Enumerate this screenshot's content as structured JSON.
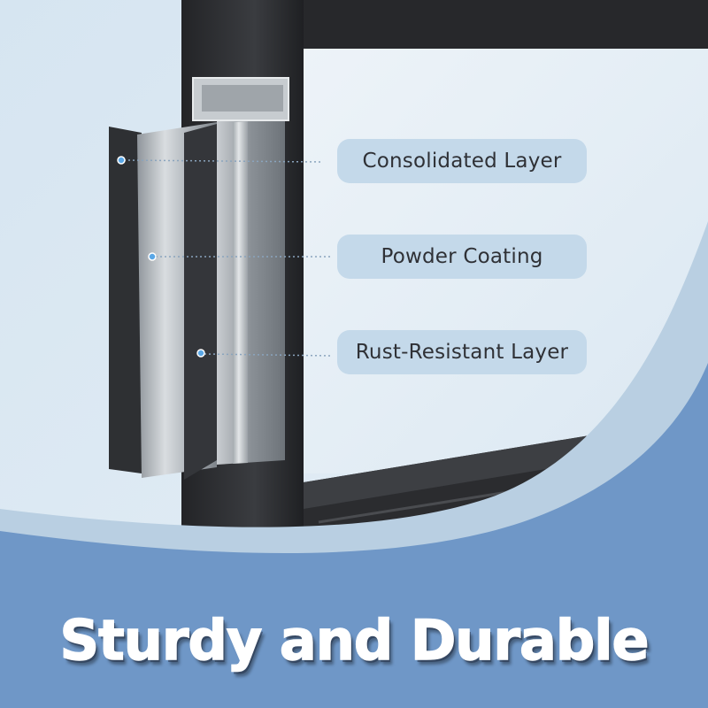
{
  "callouts": [
    {
      "label": "Consolidated Layer"
    },
    {
      "label": "Powder Coating"
    },
    {
      "label": "Rust-Resistant Layer"
    }
  ],
  "headline": "Sturdy and Durable",
  "colors": {
    "background_blue": "#6f97c7",
    "background_light": "#dce8f2",
    "callout_fill": "#c4d9ea",
    "frame_black": "#2a2b2e",
    "steel_silver": "#b9bec3",
    "marker_blue": "#5aa7e6"
  }
}
